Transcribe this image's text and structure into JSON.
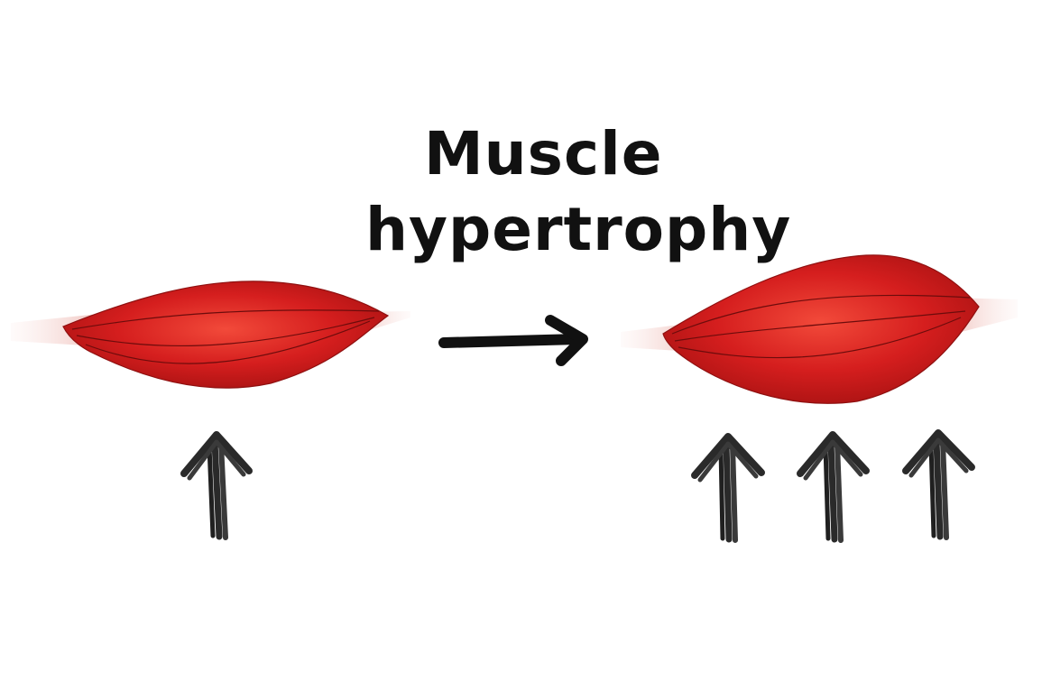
{
  "title": {
    "line1": "Muscle",
    "line2": "hypertrophy"
  },
  "colors": {
    "muscle_red": "#d51e1e",
    "muscle_dark": "#8f1010",
    "muscle_highlight": "#f24a3a",
    "tendon": "#f3d2cf",
    "arrow_black": "#111111",
    "background": "#ffffff"
  },
  "panels": {
    "before": {
      "muscle": "normal-muscle",
      "upward_arrow_count": 1
    },
    "after": {
      "muscle": "enlarged-muscle",
      "upward_arrow_count": 3
    }
  },
  "transition_arrow": "right-arrow-icon"
}
